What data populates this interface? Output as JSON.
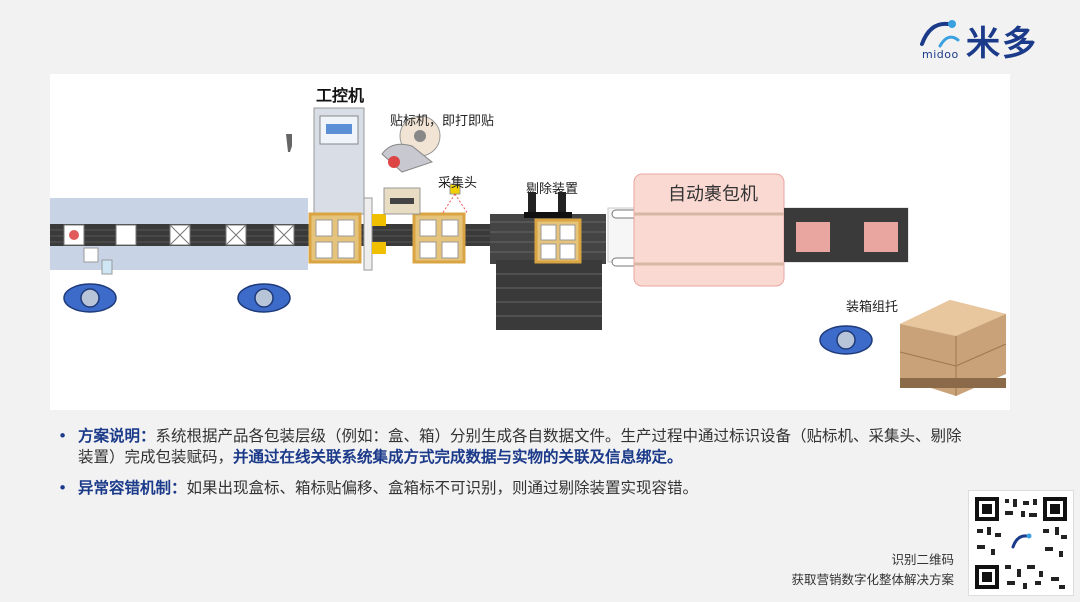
{
  "brand": {
    "logo_en": "midoo",
    "logo_cn": "米多",
    "color": "#1b3a8a"
  },
  "labels": {
    "ipc": "工控机",
    "labeler": "贴标机，即打即贴",
    "collector": "采集头",
    "rejector": "剔除装置",
    "wrapper": "自动裹包机",
    "palletizing": "装箱组托"
  },
  "bullets": [
    {
      "title": "方案说明：",
      "text_plain": "系统根据产品各包装层级（例如：盒、箱）分别生成各自数据文件。生产过程中通过标识设备（贴标机、采集头、剔除装置）完成包装赋码，",
      "text_em": "并通过在线关联系统集成方式完成数据与实物的关联及信息绑定。"
    },
    {
      "title": "异常容错机制：",
      "text_plain": "如果出现盒标、箱标贴偏移、盒箱标不可识别，则通过剔除装置实现容错。",
      "text_em": ""
    }
  ],
  "qr": {
    "caption_line1": "识别二维码",
    "caption_line2": "获取营销数字化整体解决方案"
  },
  "colors": {
    "accent": "#1b3a8a",
    "belt": "#3a3a3a",
    "wrapper_fill": "#fbd9d3",
    "box": "#d9a441",
    "package": "#e9a6a0"
  }
}
